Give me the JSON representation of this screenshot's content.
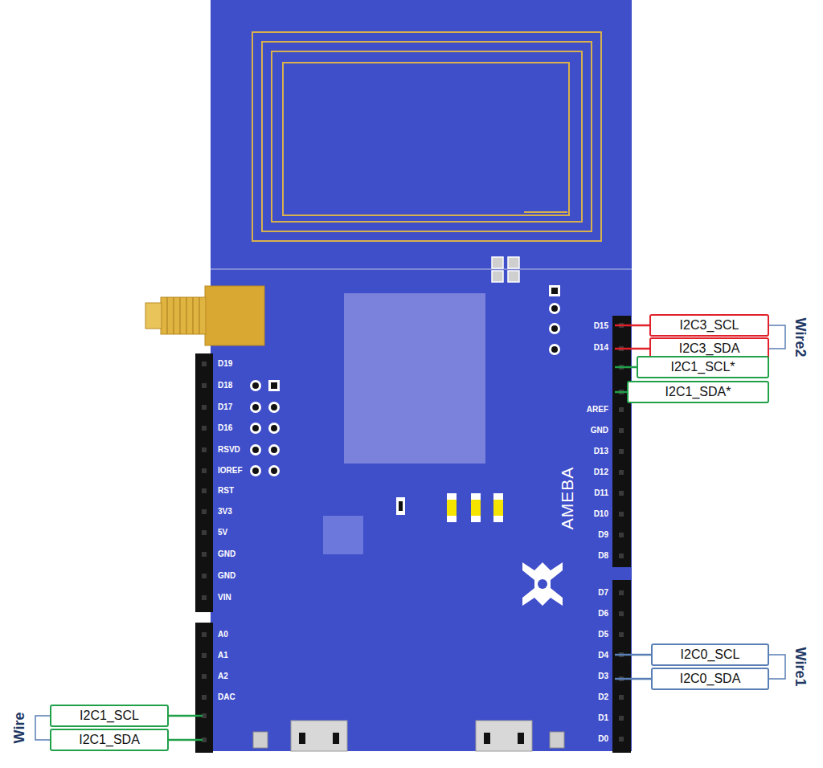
{
  "diagram": {
    "nodes": [
      {
        "text": [
          "I2C3_SCL"
        ]
      },
      {
        "text": [
          "I2C3_SDA"
        ]
      },
      {
        "text": [
          "I2C1_SCL*"
        ]
      },
      {
        "text": [
          "I2C1_SDA*"
        ]
      },
      {
        "text": [
          "I2C0_SCL"
        ]
      },
      {
        "text": [
          "I2C0_SDA"
        ]
      },
      {
        "text": [
          "I2C1_SCL"
        ]
      },
      {
        "text": [
          "I2C1_SDA"
        ]
      }
    ],
    "labels": [
      "D15",
      "D14",
      "AREF",
      "GND",
      "D13",
      "D12",
      "D11",
      "D10",
      "D9",
      "D8",
      "D7",
      "D6",
      "D5",
      "D4",
      "D3",
      "D2",
      "D1",
      "D0",
      "D19",
      "D18",
      "D17",
      "D16",
      "RSVD",
      "IOREF",
      "RST",
      "3V3",
      "5V",
      "GND",
      "GND",
      "VIN",
      "A0",
      "A1",
      "A2",
      "DAC",
      "AMEBA",
      "Wire2",
      "Wire1",
      "Wire"
    ]
  }
}
